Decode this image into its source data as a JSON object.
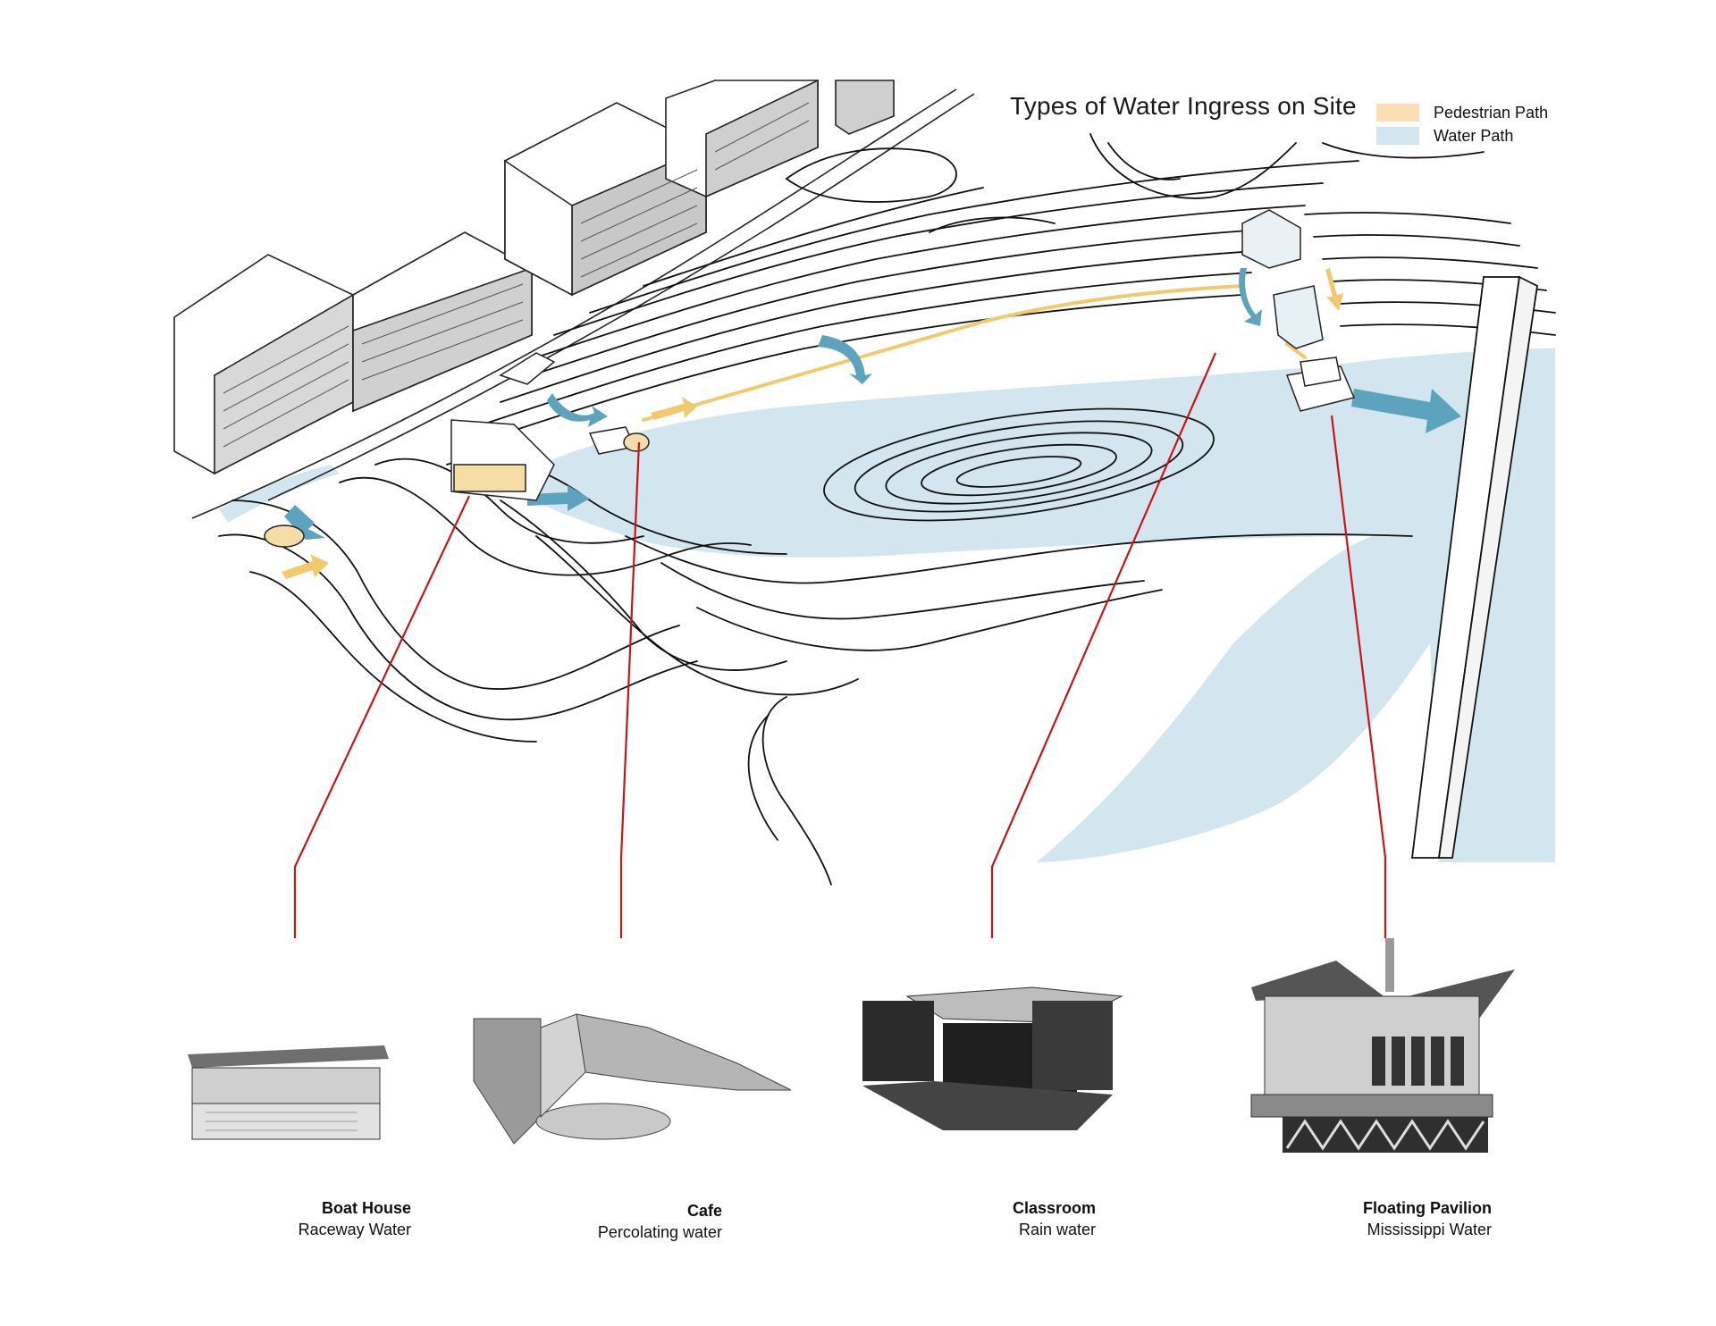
{
  "title": "Types of Water Ingress on Site",
  "legend": {
    "items": [
      {
        "label": "Pedestrian Path",
        "color": "#f9dfb3"
      },
      {
        "label": "Water Path",
        "color": "#d3e6ef"
      }
    ]
  },
  "colors": {
    "water": "#d3e6ef",
    "arrow": "#5ea3bd",
    "pedestrian": "#f2c96e",
    "leader": "#c8141b",
    "ink": "#111111"
  },
  "sites": [
    {
      "name": "Boat House",
      "water": "Raceway Water"
    },
    {
      "name": "Cafe",
      "water": "Percolating water"
    },
    {
      "name": "Classroom",
      "water": "Rain water"
    },
    {
      "name": "Floating Pavilion",
      "water": "Mississippi Water"
    }
  ]
}
